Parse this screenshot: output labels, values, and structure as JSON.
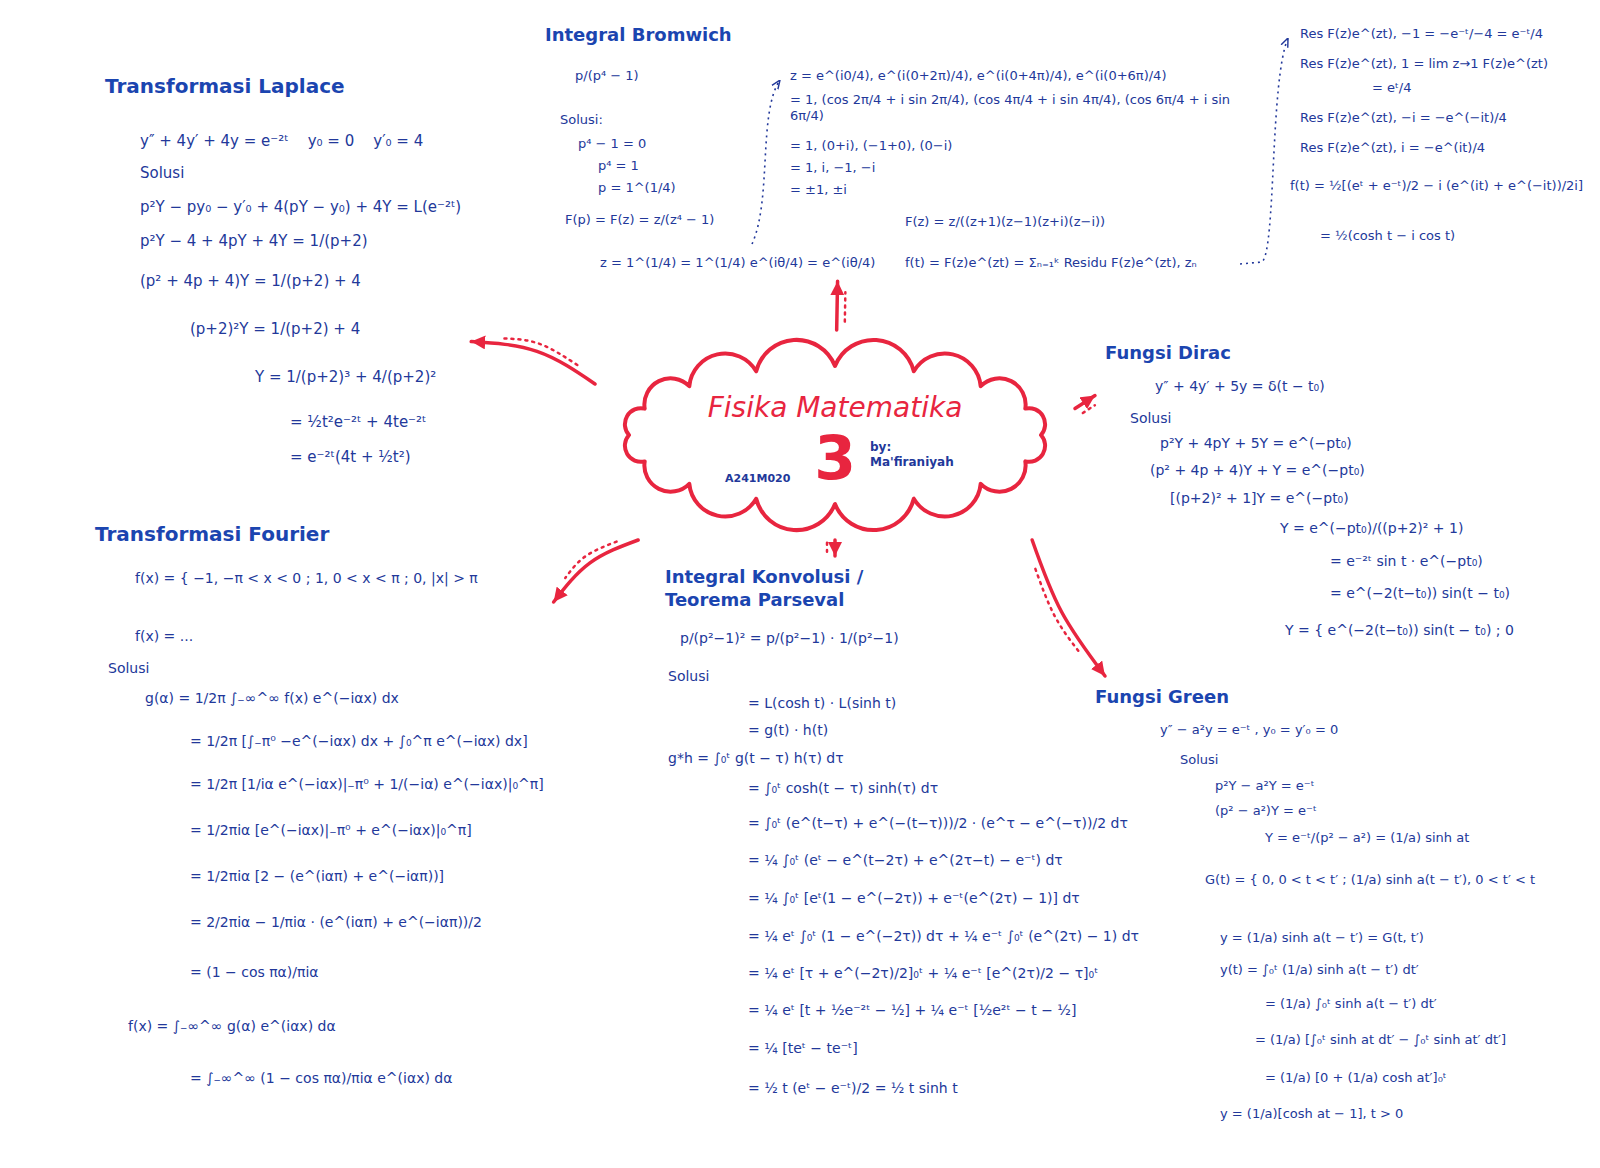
{
  "diagram": {
    "nodes": [
      {
        "text": [
          "Fisika Matematika",
          "3",
          "by: Ma'firaniyah",
          "A241M020"
        ]
      },
      {
        "text": [
          "Transformasi Laplace",
          "y″ + 4y′ + 4y = e⁻²ᵗ    y₀ = 0    y′₀ = 4",
          "Solusi",
          "p²Y − py₀ − y′₀ + 4(pY − y₀) + 4Y = L(e⁻²ᵗ)",
          "p²Y − 4 + 4pY + 4Y = 1/(p+2)",
          "(p² + 4p + 4)Y = 1/(p+2) + 4",
          "(p+2)²Y = 1/(p+2) + 4",
          "Y = 1/(p+2)³ + 4/(p+2)²",
          "= ½t²e⁻²ᵗ + 4te⁻²ᵗ",
          "= e⁻²ᵗ(4t + ½t²)"
        ]
      },
      {
        "text": [
          "Integral Bromwich",
          "p/(p⁴ − 1)",
          "Solusi:",
          "p⁴ − 1 = 0",
          "p⁴ = 1",
          "p = 1^(1/4)",
          "F(p) = F(z) = z/(z⁴ − 1)",
          "z = 1^(1/4) = 1^(1/4) e^(iθ/4) = e^(iθ/4)",
          "z = e^(i0/4), e^(i(0+2π)/4), e^(i(0+4π)/4), e^(i(0+6π)/4)",
          "= 1, (cos 2π/4 + i sin 2π/4), (cos 4π/4 + i sin 4π/4), (cos 6π/4 + i sin 6π/4)",
          "= 1, (0+i), (−1+0), (0−i)",
          "= 1, i, −1, −i",
          "= ±1, ±i",
          "F(z) = z/((z+1)(z−1)(z+i)(z−i))",
          "f(t) = F(z)e^(zt) = Σₙ₌₁ᵏ Residu F(z)e^(zt), zₙ",
          "Res F(z)e^(zt), −1 = −e⁻ᵗ/−4 = e⁻ᵗ/4",
          "Res F(z)e^(zt), 1 = lim z→1 F(z)e^(zt)",
          "= eᵗ/4",
          "Res F(z)e^(zt), −i = −e^(−it)/4",
          "Res F(z)e^(zt), i = −e^(it)/4",
          "f(t) = ½[(eᵗ + e⁻ᵗ)/2 − i (e^(it) + e^(−it))/2i]",
          "= ½(cosh t − i cos t)"
        ]
      },
      {
        "text": [
          "Fungsi Dirac",
          "y″ + 4y′ + 5y = δ(t − t₀)",
          "Solusi",
          "p²Y + 4pY + 5Y = e^(−pt₀)",
          "(p² + 4p + 4)Y + Y = e^(−pt₀)",
          "[(p+2)² + 1]Y = e^(−pt₀)",
          "Y = e^(−pt₀)/((p+2)² + 1)",
          "= e⁻²ᵗ sin t · e^(−pt₀)",
          "= e^(−2(t−t₀)) sin(t − t₀)",
          "Y = { e^(−2(t−t₀)) sin(t − t₀) ; 0"
        ]
      },
      {
        "text": [
          "Transformasi Fourier",
          "f(x) = { −1, −π < x < 0 ; 1, 0 < x < π ; 0, |x| > π",
          "f(x) = ...",
          "Solusi",
          "g(α) = 1/2π ∫₋∞^∞ f(x) e^(−iαx) dx",
          "= 1/2π [∫₋π⁰ −e^(−iαx) dx + ∫₀^π e^(−iαx) dx]",
          "= 1/2π [1/iα e^(−iαx)|₋π⁰ + 1/(−iα) e^(−iαx)|₀^π]",
          "= 1/2πiα [e^(−iαx)|₋π⁰ + e^(−iαx)|₀^π]",
          "= 1/2πiα [2 − (e^(iαπ) + e^(−iαπ))]",
          "= 2/2πiα − 1/πiα · (e^(iαπ) + e^(−iαπ))/2",
          "= (1 − cos πα)/πiα",
          "f(x) = ∫₋∞^∞ g(α) e^(iαx) dα",
          "= ∫₋∞^∞ (1 − cos πα)/πiα e^(iαx) dα"
        ]
      },
      {
        "text": [
          "Integral Konvolusi / Teorema Parseval",
          "p/(p²−1)² = p/(p²−1) · 1/(p²−1)",
          "Solusi",
          "= L(cosh t) · L(sinh t)",
          "= g(t) · h(t)",
          "g*h = ∫₀ᵗ g(t − τ) h(τ) dτ",
          "= ∫₀ᵗ cosh(t − τ) sinh(τ) dτ",
          "= ∫₀ᵗ (e^(t−τ) + e^(−(t−τ)))/2 · (e^τ − e^(−τ))/2 dτ",
          "= ¼ ∫₀ᵗ (eᵗ − e^(t−2τ) + e^(2τ−t) − e⁻ᵗ) dτ",
          "= ¼ ∫₀ᵗ [eᵗ(1 − e^(−2τ)) + e⁻ᵗ(e^(2τ) − 1)] dτ",
          "= ¼ eᵗ ∫₀ᵗ (1 − e^(−2τ)) dτ + ¼ e⁻ᵗ ∫₀ᵗ (e^(2τ) − 1) dτ",
          "= ¼ eᵗ [τ + e^(−2τ)/2]₀ᵗ + ¼ e⁻ᵗ [e^(2τ)/2 − τ]₀ᵗ",
          "= ¼ eᵗ [t + ½e⁻²ᵗ − ½] + ¼ e⁻ᵗ [½e²ᵗ − t − ½]",
          "= ¼ [teᵗ − te⁻ᵗ]",
          "= ½ t (eᵗ − e⁻ᵗ)/2 = ½ t sinh t"
        ]
      },
      {
        "text": [
          "Fungsi Green",
          "y″ − a²y = e⁻ᵗ , y₀ = y′₀ = 0",
          "Solusi",
          "p²Y − a²Y = e⁻ᵗ",
          "(p² − a²)Y = e⁻ᵗ",
          "Y = e⁻ᵗ/(p² − a²) = (1/a) sinh at",
          "G(t) = { 0, 0 < t < t′ ; (1/a) sinh a(t − t′), 0 < t′ < t",
          "y = (1/a) sinh a(t − t′) = G(t, t′)",
          "y(t) = ∫₀ᵗ (1/a) sinh a(t − t′) dt′",
          "= (1/a) ∫₀ᵗ sinh a(t − t′) dt′",
          "= (1/a) [∫₀ᵗ sinh at dt′ − ∫₀ᵗ sinh at′ dt′]",
          "= (1/a) [0 + (1/a) cosh at′]₀ᵗ",
          "y = (1/a)[cosh at − 1], t > 0"
        ]
      }
    ],
    "edges": [
      {
        "from": 0,
        "to": 1,
        "arrow": "to"
      },
      {
        "from": 0,
        "to": 2,
        "arrow": "to"
      },
      {
        "from": 0,
        "to": 3,
        "arrow": "to"
      },
      {
        "from": 0,
        "to": 4,
        "arrow": "to"
      },
      {
        "from": 0,
        "to": 5,
        "arrow": "to"
      },
      {
        "from": 0,
        "to": 6,
        "arrow": "to"
      }
    ]
  }
}
